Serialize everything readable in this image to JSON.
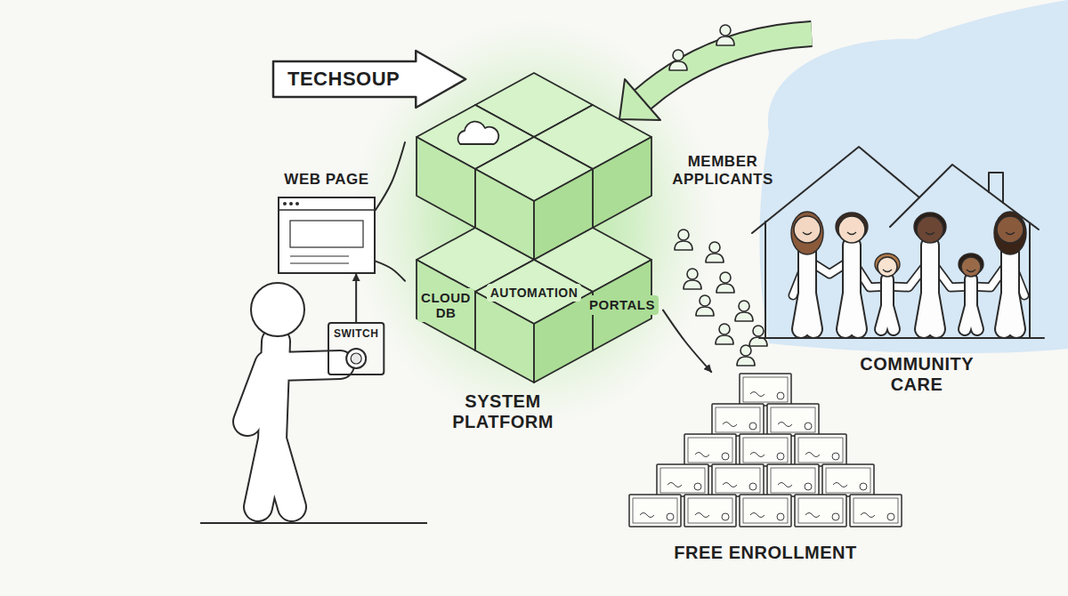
{
  "diagram": {
    "nodes": [
      {
        "text": [
          "TECHSOUP"
        ]
      },
      {
        "text": [
          "WEB PAGE"
        ]
      },
      {
        "text": [
          "SWITCH"
        ]
      },
      {
        "text": [
          "SYSTEM PLATFORM"
        ]
      },
      {
        "text": [
          "CLOUD DB"
        ],
        "in": 3
      },
      {
        "text": [
          "PORTALS"
        ],
        "in": 3
      },
      {
        "text": [
          "AUTOMATION"
        ],
        "in": 3
      },
      {
        "text": [
          "COMMUNITY CARE"
        ]
      },
      {
        "text": [
          "FREE ENROLLMENT"
        ]
      }
    ],
    "edges": [
      {
        "from": 2,
        "to": 1,
        "arrow": "to"
      },
      {
        "from": 1,
        "to": 3,
        "arrow": "none"
      },
      {
        "from": 1,
        "to": 3,
        "arrow": "none"
      },
      {
        "from": 3,
        "to": 8,
        "arrow": "to"
      }
    ],
    "labels": [
      "MEMBER APPLICANTS"
    ]
  }
}
